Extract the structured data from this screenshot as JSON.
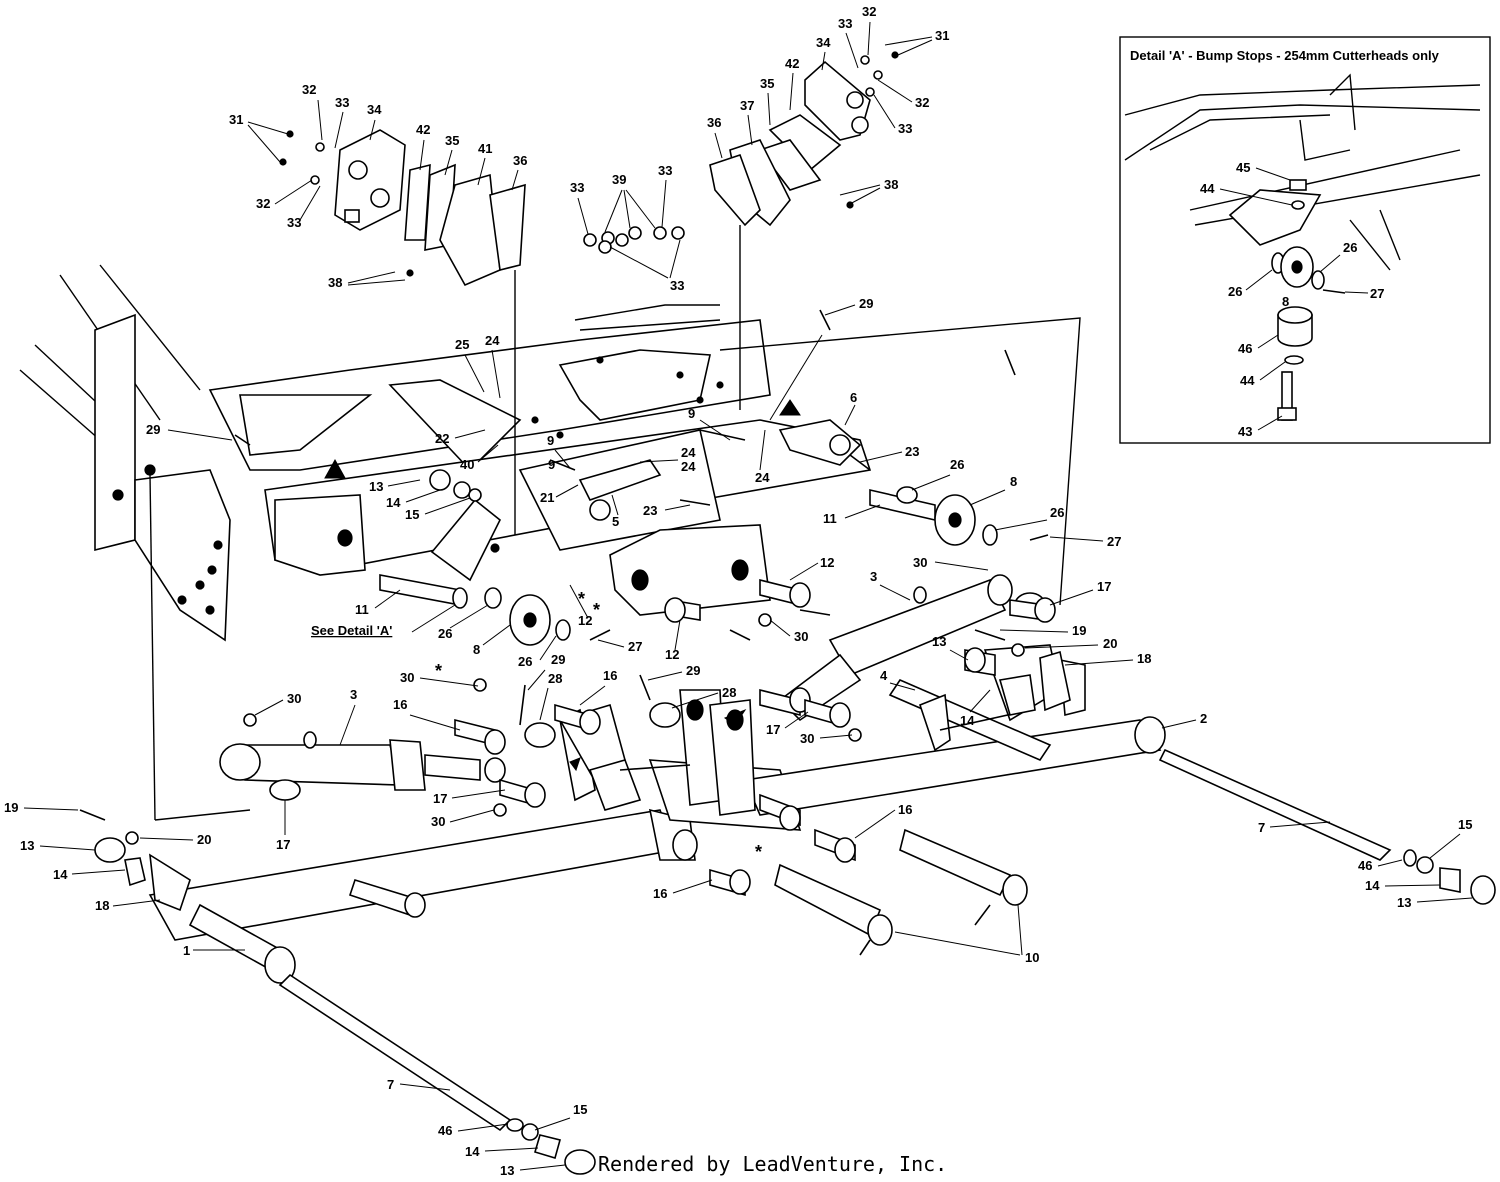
{
  "inset": {
    "title": "Detail 'A' - Bump Stops - 254mm Cutterheads only"
  },
  "detail_reference": "See Detail 'A'",
  "credit": "Rendered by LeadVenture, Inc.",
  "callout_labels": {
    "n1": "1",
    "n2": "2",
    "n3": "3",
    "n4": "4",
    "n5": "5",
    "n6": "6",
    "n7": "7",
    "n8": "8",
    "n9": "9",
    "n10": "10",
    "n11": "11",
    "n12": "12",
    "n13": "13",
    "n14": "14",
    "n15": "15",
    "n16": "16",
    "n17": "17",
    "n18": "18",
    "n19": "19",
    "n20": "20",
    "n21": "21",
    "n22": "22",
    "n23": "23",
    "n24": "24",
    "n25": "25",
    "n26": "26",
    "n27": "27",
    "n28": "28",
    "n29": "29",
    "n30": "30",
    "n31": "31",
    "n32": "32",
    "n33": "33",
    "n34": "34",
    "n35": "35",
    "n36": "36",
    "n37": "37",
    "n38": "38",
    "n39": "39",
    "n40": "40",
    "n41": "41",
    "n42": "42",
    "n43": "43",
    "n44": "44",
    "n45": "45",
    "n46": "46",
    "star": "*"
  }
}
